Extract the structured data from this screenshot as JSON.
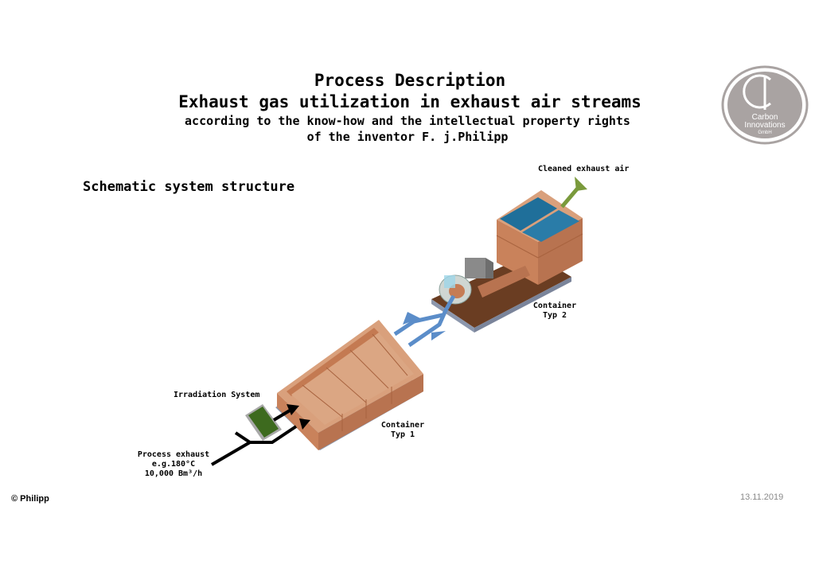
{
  "header": {
    "line1": "Process Description",
    "line2": "Exhaust gas utilization in exhaust air streams",
    "line3": "according to the know-how and the intellectual property rights",
    "line4": "of the inventor F. j.Philipp"
  },
  "subtitle": "Schematic system structure",
  "logo": {
    "line1": "Carbon",
    "line2": "Innovations",
    "line3": "GmbH",
    "monogram": "CI",
    "color": "#a9a3a2"
  },
  "labels": {
    "cleaned_exhaust": "Cleaned exhaust air",
    "container2_line1": "Container",
    "container2_line2": "Typ 2",
    "irradiation": "Irradiation System",
    "container1_line1": "Container",
    "container1_line2": "Typ 1",
    "process_line1": "Process exhaust",
    "process_line2": "e.g.180°C",
    "process_line3": "10,000 Bm³/h"
  },
  "footer": {
    "copyright": "© Philipp",
    "date": "13.11.2019"
  },
  "colors": {
    "copper_top": "#d9a07c",
    "copper_left": "#c9825b",
    "copper_right": "#b87350",
    "panel_blue": "#1f6f9a",
    "arrow_blue": "#5b8dc9",
    "arrow_green": "#7a9a3c",
    "floor_brown": "#6a3d22",
    "base_grey": "#8c97ad"
  }
}
